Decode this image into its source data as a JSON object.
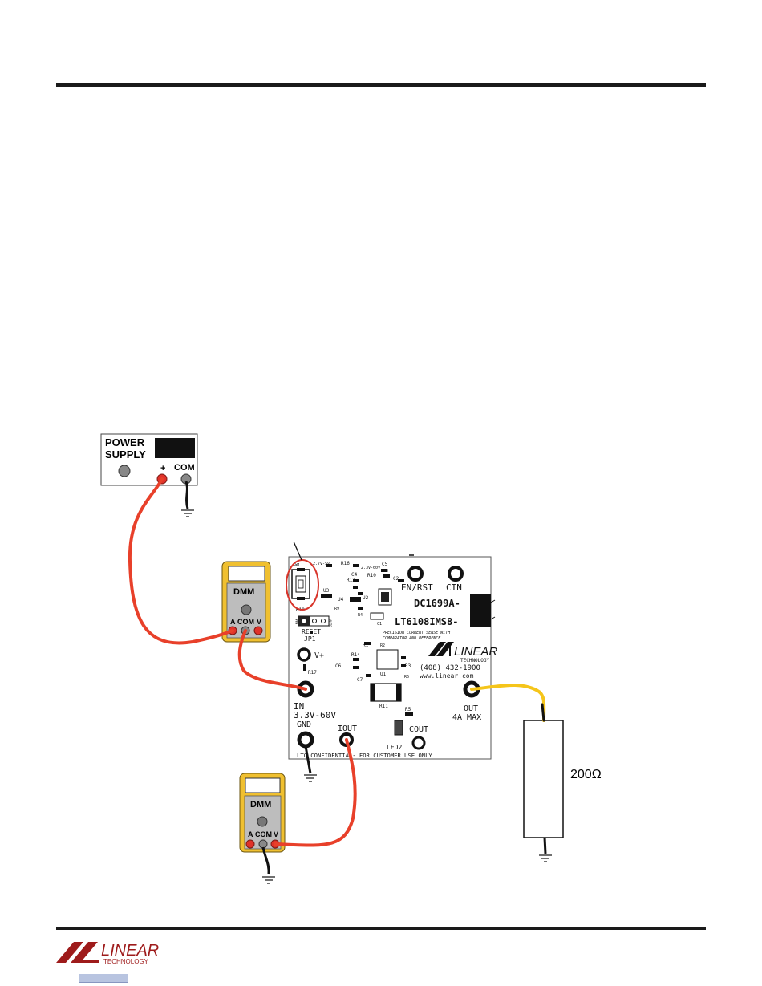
{
  "power_supply": {
    "title_line1": "POWER",
    "title_line2": "SUPPLY",
    "plus_label": "+",
    "com_label": "COM"
  },
  "dmm_top": {
    "title": "DMM",
    "a_label": "A",
    "com_label": "COM",
    "v_label": "V"
  },
  "dmm_bottom": {
    "title": "DMM",
    "a_label": "A",
    "com_label": "COM",
    "v_label": "V"
  },
  "board": {
    "en_rst": "EN/RST",
    "cin": "CIN",
    "part_number": "DC1699A-",
    "device": "LT6108IMS8-",
    "subtitle_line1": "PRECISION CURRENT SENSE WITH",
    "subtitle_line2": "COMPARATOR AND REFERENCE",
    "logo_text": "LINEAR",
    "logo_sub": "TECHNOLOGY",
    "phone": "(408) 432-1900",
    "website": "www.linear.com",
    "vplus": "V+",
    "in_label": "IN",
    "in_range": "3.3V-60V",
    "out_label": "OUT",
    "out_max": "4A MAX",
    "gnd": "GND",
    "iout": "IOUT",
    "cout": "COUT",
    "led2": "LED2",
    "reset": "RESET",
    "jp1": "JP1",
    "confidential": "LTC CONFIDENTIAL- FOR CUSTOMER USE ONLY",
    "components": {
      "sw1": "SW1",
      "r16": "R16",
      "c5": "C5",
      "r8": "R8",
      "c4": "C4",
      "r12": "R12",
      "r10": "R10",
      "c2": "C2",
      "u3": "U3",
      "u4": "U4",
      "u2": "U2",
      "r9": "R9",
      "r4": "R4",
      "c1": "C1",
      "r19": "R19",
      "r1": "R1",
      "r2": "R2",
      "r14": "R14",
      "u1": "U1",
      "r3": "R3",
      "c6": "C6",
      "r17": "R17",
      "c7": "C7",
      "r6": "R6",
      "r11": "R11",
      "r5": "R5",
      "v_a": "2.7V-5V",
      "v_b": "2.3V-60V",
      "man": "MAN",
      "auto": "AUTO"
    }
  },
  "load_resistor": {
    "value": "200Ω"
  },
  "footer": {
    "logo_text": "LINEAR",
    "logo_sub": "TECHNOLOGY"
  },
  "colors": {
    "wire_red": "#e8402a",
    "wire_yellow": "#f5c51a",
    "dmm_body": "#f0c030",
    "dmm_panel": "#bdbdbd",
    "terminal_red": "#e0322a",
    "board_outline": "#555555",
    "highlight_circle": "#d8342a"
  }
}
